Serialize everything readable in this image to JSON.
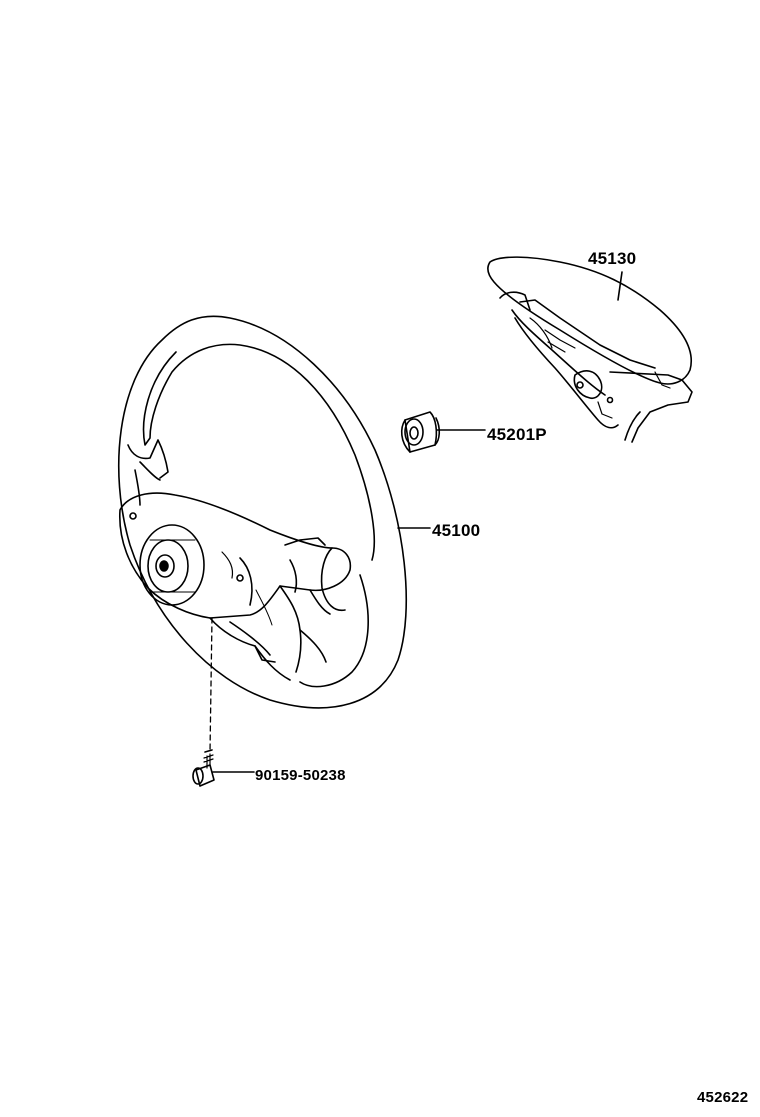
{
  "diagram": {
    "parts": {
      "pad": {
        "number": "45130"
      },
      "nut": {
        "number": "45201P"
      },
      "wheel": {
        "number": "45100"
      },
      "screw": {
        "number": "90159-50238"
      }
    },
    "figure_id": "452622",
    "colors": {
      "ink": "#000000",
      "background": "#ffffff"
    }
  }
}
